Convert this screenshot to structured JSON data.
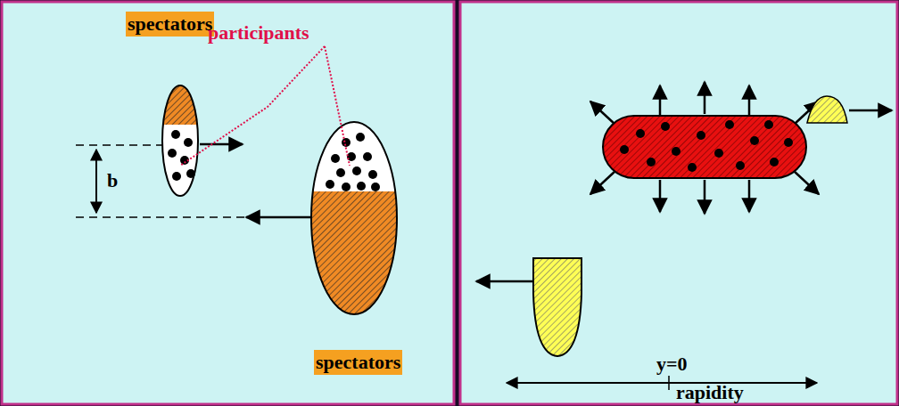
{
  "diagram": {
    "nodes": [
      {
        "text": [
          "spectators"
        ]
      },
      {
        "text": [
          "spectators"
        ]
      }
    ],
    "labels": [
      "participants",
      "b",
      "y=0",
      "rapidity"
    ]
  }
}
